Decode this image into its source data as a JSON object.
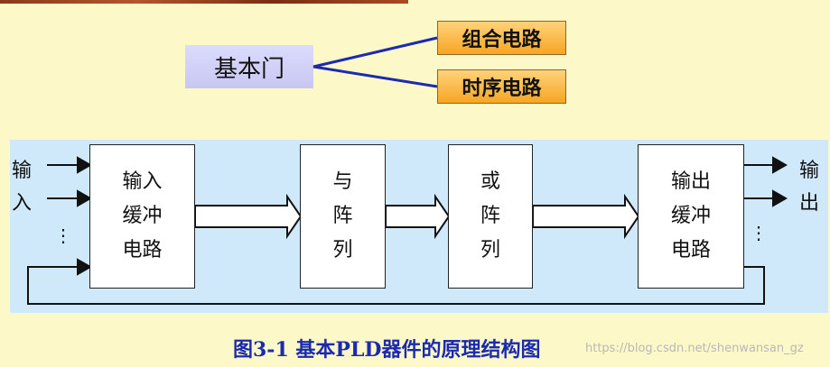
{
  "taxonomy": {
    "root": "基本门",
    "branches": [
      "组合电路",
      "时序电路"
    ]
  },
  "blocks": {
    "input_buffer": [
      "输入",
      "缓冲",
      "电路"
    ],
    "and_array": [
      "与",
      "阵",
      "列"
    ],
    "or_array": [
      "或",
      "阵",
      "列"
    ],
    "output_buffer": [
      "输出",
      "缓冲",
      "电路"
    ]
  },
  "side_labels": {
    "input": [
      "输",
      "入"
    ],
    "output": [
      "输",
      "出"
    ],
    "dots": "⋮"
  },
  "caption": "图3-1 基本PLD器件的原理结构图",
  "watermark": "https://blog.csdn.net/shenwansan_gz",
  "colors": {
    "background": "#fdf8c8",
    "band": "#cfe9fb",
    "root_fill": "#c7c7f2",
    "branch_fill": "#f6a623",
    "connector": "#1a2bb0",
    "caption": "#1a2bb0"
  }
}
